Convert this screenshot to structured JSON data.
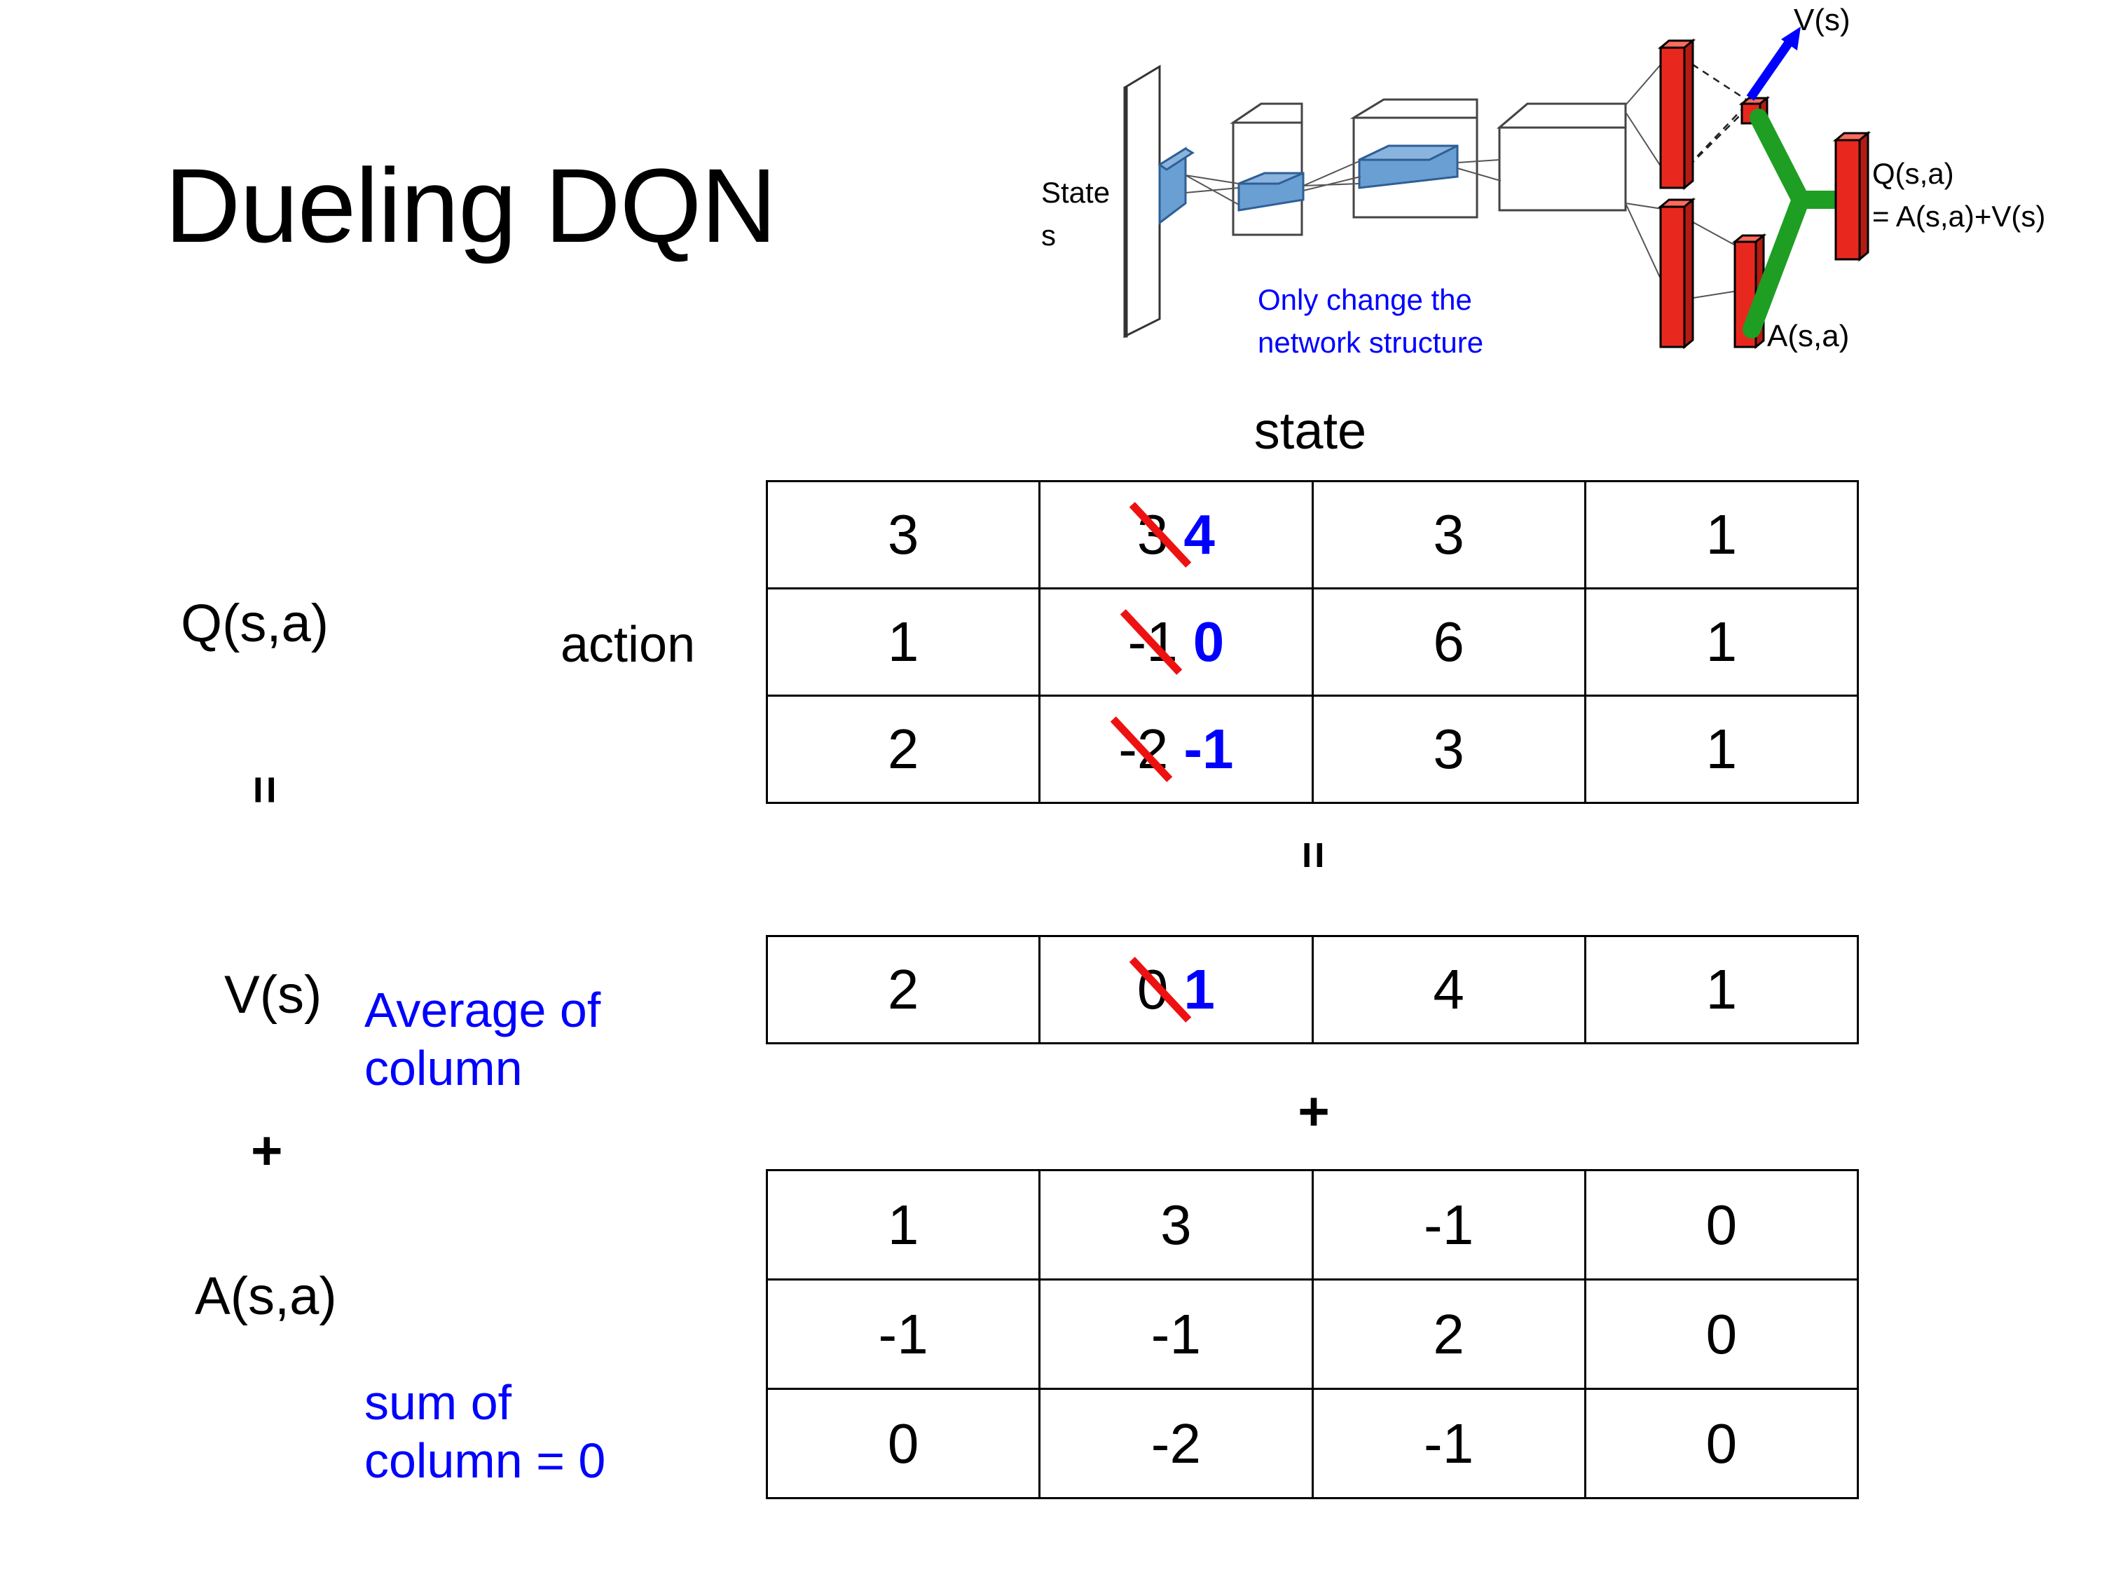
{
  "title": "Dueling DQN",
  "colors": {
    "blue": "#0000ff",
    "red": "#ee1111",
    "green": "#1e9e23",
    "bar_red": "#e8281e",
    "block_blue": "#5b9bd5"
  },
  "diagram": {
    "state_label_line1": "State",
    "state_label_line2": "s",
    "note_line1": "Only change the",
    "note_line2": "network structure",
    "value_label": "V(s)",
    "advantage_label": "A(s,a)",
    "q_label_line1": "Q(s,a)",
    "q_label_line2": "= A(s,a)+V(s)"
  },
  "headers": {
    "state": "state",
    "action": "action"
  },
  "equation_column": {
    "q_label": "Q(s,a)",
    "equals": "=",
    "v_label": "V(s)",
    "plus": "+",
    "a_label": "A(s,a)"
  },
  "operators": {
    "equals_mid": "=",
    "plus_mid": "+"
  },
  "notes": {
    "average_of_column": "Average of\ncolumn",
    "sum_of_column": "sum of\ncolumn = 0"
  },
  "chart_data": {
    "type": "table",
    "title": "Dueling DQN value/advantage decomposition",
    "tables": [
      {
        "name": "Q(s,a)",
        "xlabel": "state",
        "ylabel": "action",
        "rows": [
          [
            "3",
            "3",
            "3",
            "1"
          ],
          [
            "1",
            "-1",
            "6",
            "1"
          ],
          [
            "2",
            "-2",
            "3",
            "1"
          ]
        ],
        "edits": [
          {
            "row": 0,
            "col": 1,
            "old": "3",
            "new": "4"
          },
          {
            "row": 1,
            "col": 1,
            "old": "-1",
            "new": "0"
          },
          {
            "row": 2,
            "col": 1,
            "old": "-2",
            "new": "-1"
          }
        ]
      },
      {
        "name": "V(s)",
        "rows": [
          [
            "2",
            "0",
            "4",
            "1"
          ]
        ],
        "edits": [
          {
            "row": 0,
            "col": 1,
            "old": "0",
            "new": "1"
          }
        ]
      },
      {
        "name": "A(s,a)",
        "rows": [
          [
            "1",
            "3",
            "-1",
            "0"
          ],
          [
            "-1",
            "-1",
            "2",
            "0"
          ],
          [
            "0",
            "-2",
            "-1",
            "0"
          ]
        ],
        "edits": []
      }
    ]
  }
}
